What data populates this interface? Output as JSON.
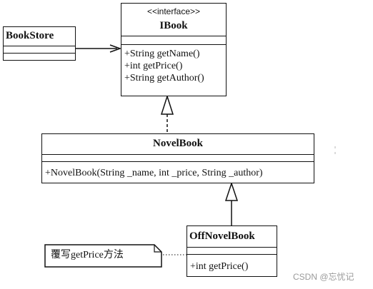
{
  "classes": {
    "bookstore": {
      "name": "BookStore"
    },
    "ibook": {
      "stereotype": "<<interface>>",
      "name": "IBook",
      "methods": [
        "+String getName()",
        "+int getPrice()",
        "+String getAuthor()"
      ]
    },
    "novelbook": {
      "name": "NovelBook",
      "methods": [
        "+NovelBook(String _name, int _price, String _author)"
      ]
    },
    "offnovelbook": {
      "name": "OffNovelBook",
      "methods": [
        "+int getPrice()"
      ]
    }
  },
  "note": {
    "text": "覆写getPrice方法"
  },
  "watermark": {
    "text": "CSDN @忘忧记"
  }
}
